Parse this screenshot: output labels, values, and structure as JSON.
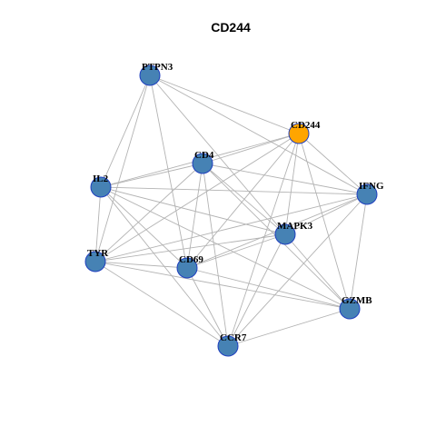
{
  "title": "CD244",
  "colors": {
    "node_default": "#4682B4",
    "node_highlight": "#FFA500",
    "node_border": "#1F3FBF",
    "edge": "#B3B3B3"
  },
  "nodes": [
    {
      "id": "PTPN3",
      "label": "PTPN3",
      "highlight": false
    },
    {
      "id": "CD244",
      "label": "CD244",
      "highlight": true
    },
    {
      "id": "CD4",
      "label": "CD4",
      "highlight": false
    },
    {
      "id": "IL2",
      "label": "IL2",
      "highlight": false
    },
    {
      "id": "IFNG",
      "label": "IFNG",
      "highlight": false
    },
    {
      "id": "MAPK3",
      "label": "MAPK3",
      "highlight": false
    },
    {
      "id": "TYR",
      "label": "TYR",
      "highlight": false
    },
    {
      "id": "CD69",
      "label": "CD69",
      "highlight": false
    },
    {
      "id": "GZMB",
      "label": "GZMB",
      "highlight": false
    },
    {
      "id": "CCR7",
      "label": "CCR7",
      "highlight": false
    }
  ],
  "edges": [
    [
      "PTPN3",
      "CD244"
    ],
    [
      "PTPN3",
      "IFNG"
    ],
    [
      "PTPN3",
      "IL2"
    ],
    [
      "PTPN3",
      "TYR"
    ],
    [
      "PTPN3",
      "CD69"
    ],
    [
      "PTPN3",
      "MAPK3"
    ],
    [
      "CD244",
      "CD4"
    ],
    [
      "CD244",
      "IL2"
    ],
    [
      "CD244",
      "TYR"
    ],
    [
      "CD244",
      "CD69"
    ],
    [
      "CD244",
      "MAPK3"
    ],
    [
      "CD244",
      "GZMB"
    ],
    [
      "CD244",
      "CCR7"
    ],
    [
      "CD244",
      "IFNG"
    ],
    [
      "CD4",
      "IL2"
    ],
    [
      "CD4",
      "IFNG"
    ],
    [
      "CD4",
      "TYR"
    ],
    [
      "CD4",
      "CD69"
    ],
    [
      "CD4",
      "CCR7"
    ],
    [
      "CD4",
      "GZMB"
    ],
    [
      "CD4",
      "MAPK3"
    ],
    [
      "IL2",
      "IFNG"
    ],
    [
      "IL2",
      "MAPK3"
    ],
    [
      "IL2",
      "TYR"
    ],
    [
      "IL2",
      "CD69"
    ],
    [
      "IL2",
      "CCR7"
    ],
    [
      "IL2",
      "GZMB"
    ],
    [
      "IFNG",
      "MAPK3"
    ],
    [
      "IFNG",
      "TYR"
    ],
    [
      "IFNG",
      "CD69"
    ],
    [
      "IFNG",
      "GZMB"
    ],
    [
      "IFNG",
      "CCR7"
    ],
    [
      "MAPK3",
      "TYR"
    ],
    [
      "MAPK3",
      "CD69"
    ],
    [
      "MAPK3",
      "GZMB"
    ],
    [
      "MAPK3",
      "CCR7"
    ],
    [
      "TYR",
      "CD69"
    ],
    [
      "TYR",
      "CCR7"
    ],
    [
      "TYR",
      "GZMB"
    ],
    [
      "CD69",
      "CCR7"
    ],
    [
      "CD69",
      "GZMB"
    ],
    [
      "CCR7",
      "GZMB"
    ]
  ]
}
